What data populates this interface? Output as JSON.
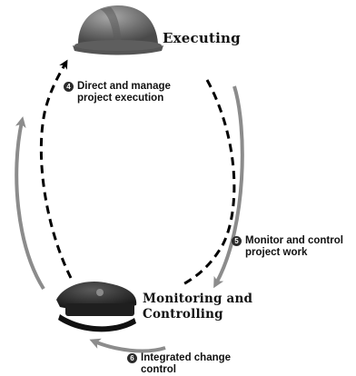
{
  "phases": {
    "executing": {
      "title": "Executing",
      "icon": "hard-hat-icon"
    },
    "monitoring": {
      "title": "Monitoring and Controlling",
      "icon": "police-cap-icon"
    }
  },
  "steps": [
    {
      "number": "4",
      "label": "Direct and manage\nproject execution"
    },
    {
      "number": "5",
      "label": "Monitor and control\nproject work"
    },
    {
      "number": "6",
      "label": "Integrated change\ncontrol"
    }
  ],
  "colors": {
    "dashed_arrow": "#000000",
    "solid_arrow": "#8c8c8c",
    "hat": "#6e6e6e",
    "cap": "#2e2e2e",
    "badge": "#2b2b2b"
  }
}
